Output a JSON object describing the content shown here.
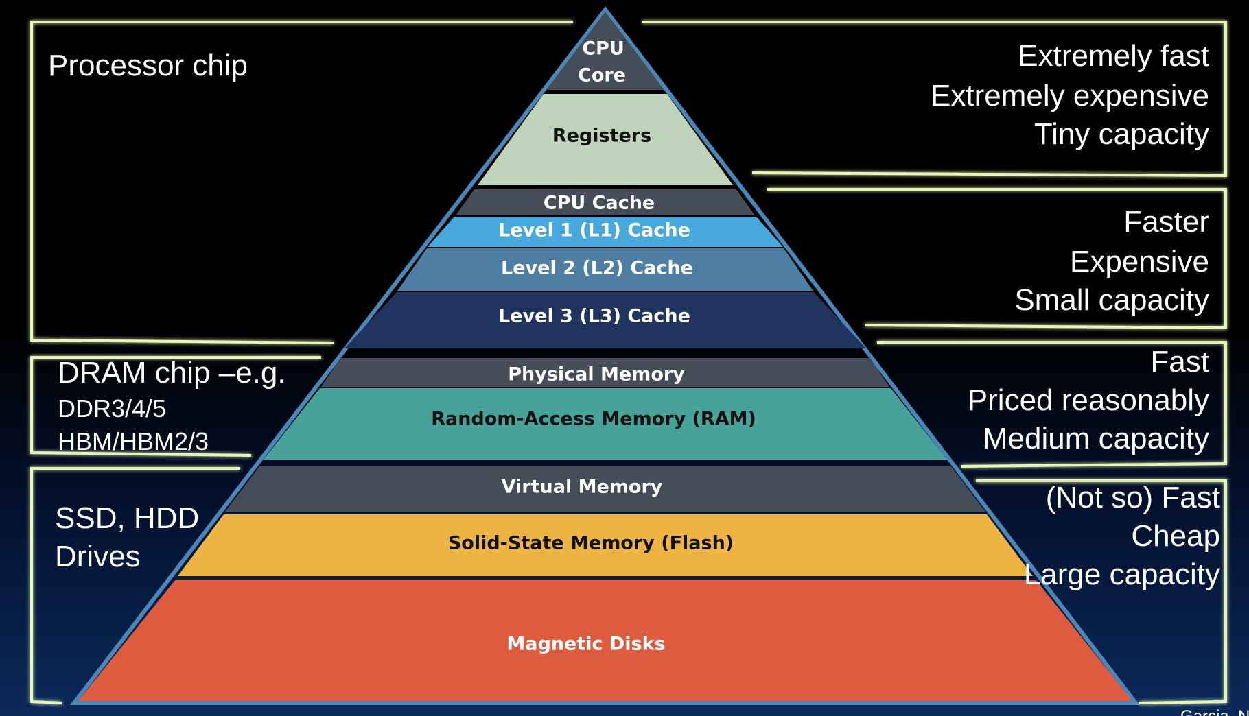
{
  "pyramid": {
    "cpu_core": {
      "line1": "CPU",
      "line2": "Core",
      "color": "#444d58",
      "text_color": "#ffffff"
    },
    "registers": {
      "label": "Registers",
      "color": "#bfd3ba",
      "text_color": "#111111"
    },
    "cpu_cache": {
      "label": "CPU Cache",
      "color": "#444d58",
      "text_color": "#ffffff"
    },
    "l1": {
      "label": "Level 1 (L1) Cache",
      "color": "#47a9db",
      "text_color": "#ffffff"
    },
    "l2": {
      "label": "Level 2 (L2) Cache",
      "color": "#4e7ea3",
      "text_color": "#ffffff"
    },
    "l3": {
      "label": "Level 3 (L3) Cache",
      "color": "#1f345f",
      "text_color": "#ffffff"
    },
    "physical_memory": {
      "label": "Physical Memory",
      "color": "#444d58",
      "text_color": "#ffffff"
    },
    "ram": {
      "label": "Random-Access Memory (RAM)",
      "color": "#47a39a",
      "text_color": "#111111"
    },
    "virtual_memory": {
      "label": "Virtual Memory",
      "color": "#444d58",
      "text_color": "#ffffff"
    },
    "flash": {
      "label": "Solid-State Memory (Flash)",
      "color": "#eeb443",
      "text_color": "#111111"
    },
    "magnetic": {
      "label": "Magnetic Disks",
      "color": "#dd5c3f",
      "text_color": "#ffffff"
    },
    "outline_color": "#4a87b8"
  },
  "left": {
    "processor": {
      "line1": "Processor chip"
    },
    "dram": {
      "line1": "DRAM chip –e.g.",
      "line2": "DDR3/4/5",
      "line3": "HBM/HBM2/3"
    },
    "storage": {
      "line1": "SSD, HDD",
      "line2": "Drives"
    }
  },
  "right": {
    "top": {
      "line1": "Extremely fast",
      "line2": "Extremely expensive",
      "line3": "Tiny capacity"
    },
    "cache": {
      "line1": "Faster",
      "line2": "Expensive",
      "line3": "Small capacity"
    },
    "memory": {
      "line1": "Fast",
      "line2": "Priced reasonably",
      "line3": "Medium capacity"
    },
    "storage": {
      "line1": "(Not so) Fast",
      "line2": "Cheap",
      "line3": "Large capacity"
    }
  },
  "credit": "Garcia, N",
  "bracket_color": "#e6f7b8"
}
